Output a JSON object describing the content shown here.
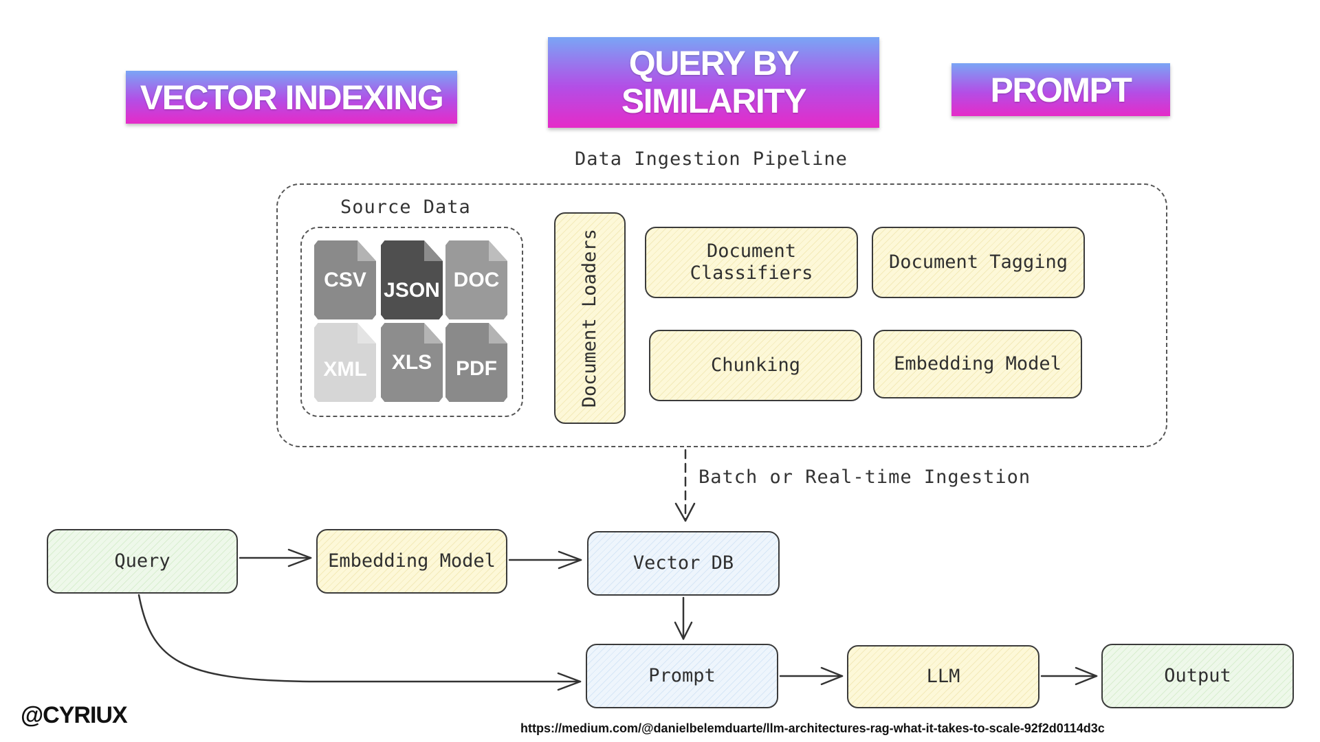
{
  "banners": {
    "vector_indexing": "VECTOR INDEXING",
    "query_by_similarity": "QUERY BY SIMILARITY",
    "prompt": "PROMPT"
  },
  "pipeline": {
    "title": "Data Ingestion Pipeline",
    "source_title": "Source Data",
    "files": [
      "CSV",
      "JSON",
      "DOC",
      "XML",
      "XLS",
      "PDF"
    ],
    "document_loaders": "Document Loaders",
    "document_classifiers": "Document Classifiers",
    "document_tagging": "Document Tagging",
    "chunking": "Chunking",
    "embedding_model": "Embedding Model"
  },
  "ingestion_label": "Batch or Real-time Ingestion",
  "flow": {
    "query": "Query",
    "embedding_model": "Embedding Model",
    "vector_db": "Vector DB",
    "prompt": "Prompt",
    "llm": "LLM",
    "output": "Output"
  },
  "footer": {
    "handle": "@CYRIUX",
    "url": "https://medium.com/@danielbelemduarte/llm-architectures-rag-what-it-takes-to-scale-92f2d0114d3c"
  },
  "colors": {
    "banner_gradient": [
      "#7aa5f5",
      "#e52bc8"
    ],
    "yellow_fill": "#fdf8d8",
    "green_fill": "#eef8ea",
    "blue_fill": "#eef5fc"
  }
}
